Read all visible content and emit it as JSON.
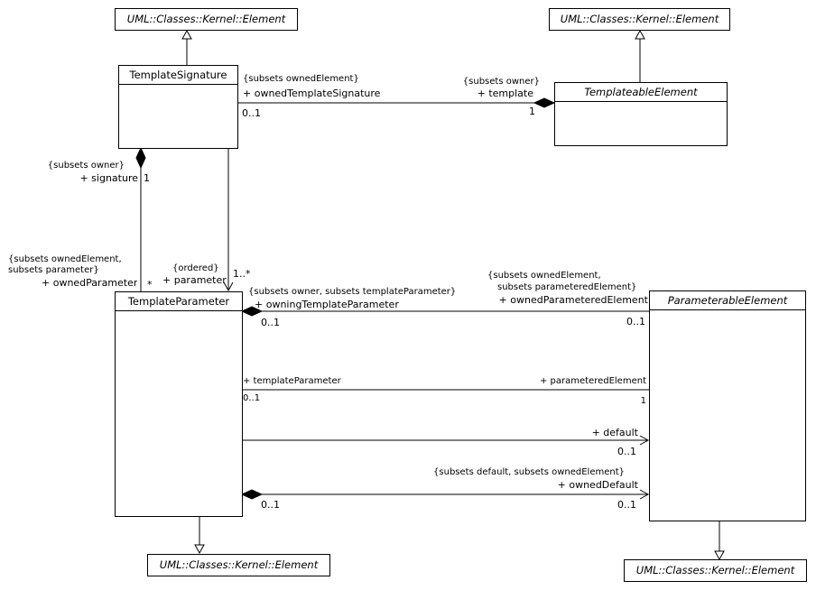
{
  "classes": {
    "element_top_left": "UML::Classes::Kernel::Element",
    "element_top_right": "UML::Classes::Kernel::Element",
    "element_bottom_left": "UML::Classes::Kernel::Element",
    "element_bottom_right": "UML::Classes::Kernel::Element",
    "template_signature": "TemplateSignature",
    "templateable_element": "TemplateableElement",
    "template_parameter": "TemplateParameter",
    "parameterable_element": "ParameterableElement"
  },
  "labels": {
    "owned_template_signature_constraint": "{subsets ownedElement}",
    "owned_template_signature_role": "+ ownedTemplateSignature",
    "owned_template_signature_mult": "0..1",
    "template_constraint": "{subsets owner}",
    "template_role": "+ template",
    "template_mult": "1",
    "signature_constraint": "{subsets owner}",
    "signature_role": "+ signature",
    "signature_mult": "1",
    "owned_parameter_constraint_1": "{subsets ownedElement,",
    "owned_parameter_constraint_2": "subsets parameter}",
    "owned_parameter_role": "+ ownedParameter",
    "owned_parameter_mult": "*",
    "parameter_constraint": "{ordered}",
    "parameter_role": "+ parameter",
    "parameter_mult": "1..*",
    "owning_tp_constraint": "{subsets owner, subsets templateParameter}",
    "owning_tp_role": "+ owningTemplateParameter",
    "owning_tp_mult": "0..1",
    "owned_pe_constraint_1": "{subsets ownedElement,",
    "owned_pe_constraint_2": "subsets parameteredElement}",
    "owned_pe_role": "+ ownedParameteredElement",
    "owned_pe_mult": "0..1",
    "tp_role": "+ templateParameter",
    "tp_mult": "0..1",
    "pe_role": "+ parameteredElement",
    "pe_mult": "1",
    "default_role": "+ default",
    "default_mult": "0..1",
    "owned_default_constraint": "{subsets default, subsets ownedElement}",
    "owned_default_role": "+ ownedDefault",
    "owned_default_mult_right": "0..1",
    "owned_default_mult_left": "0..1"
  }
}
